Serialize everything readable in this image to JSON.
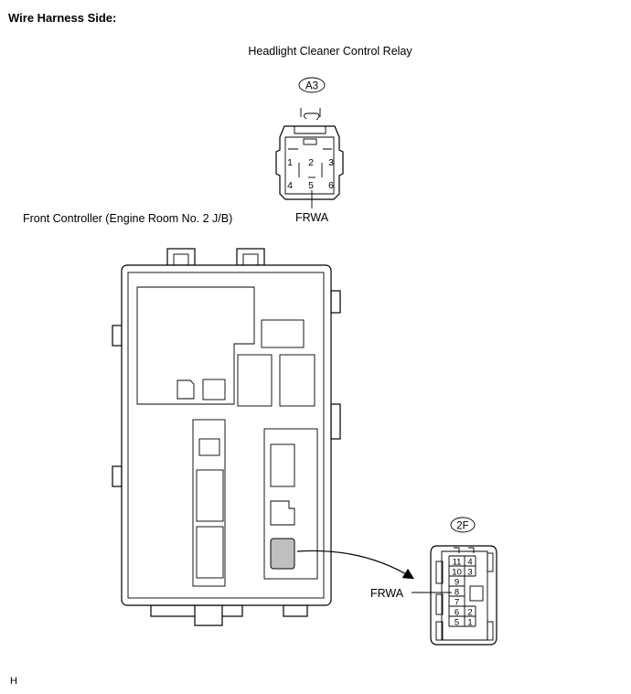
{
  "heading": "Wire Harness Side:",
  "relay": {
    "title": "Headlight Cleaner Control Relay",
    "connector_code": "A3",
    "pins_top": [
      "1",
      "2",
      "3"
    ],
    "pins_bottom": [
      "4",
      "5",
      "6"
    ],
    "terminal_label": "FRWA"
  },
  "controller": {
    "title": "Front Controller (Engine Room No. 2 J/B)",
    "connector_code": "2F",
    "pins": [
      [
        "11",
        "4"
      ],
      [
        "10",
        "3"
      ],
      [
        "9",
        ""
      ],
      [
        "8",
        ""
      ],
      [
        "7",
        ""
      ],
      [
        "6",
        "2"
      ],
      [
        "5",
        "1"
      ]
    ],
    "terminal_label": "FRWA"
  },
  "footer_code": "H"
}
